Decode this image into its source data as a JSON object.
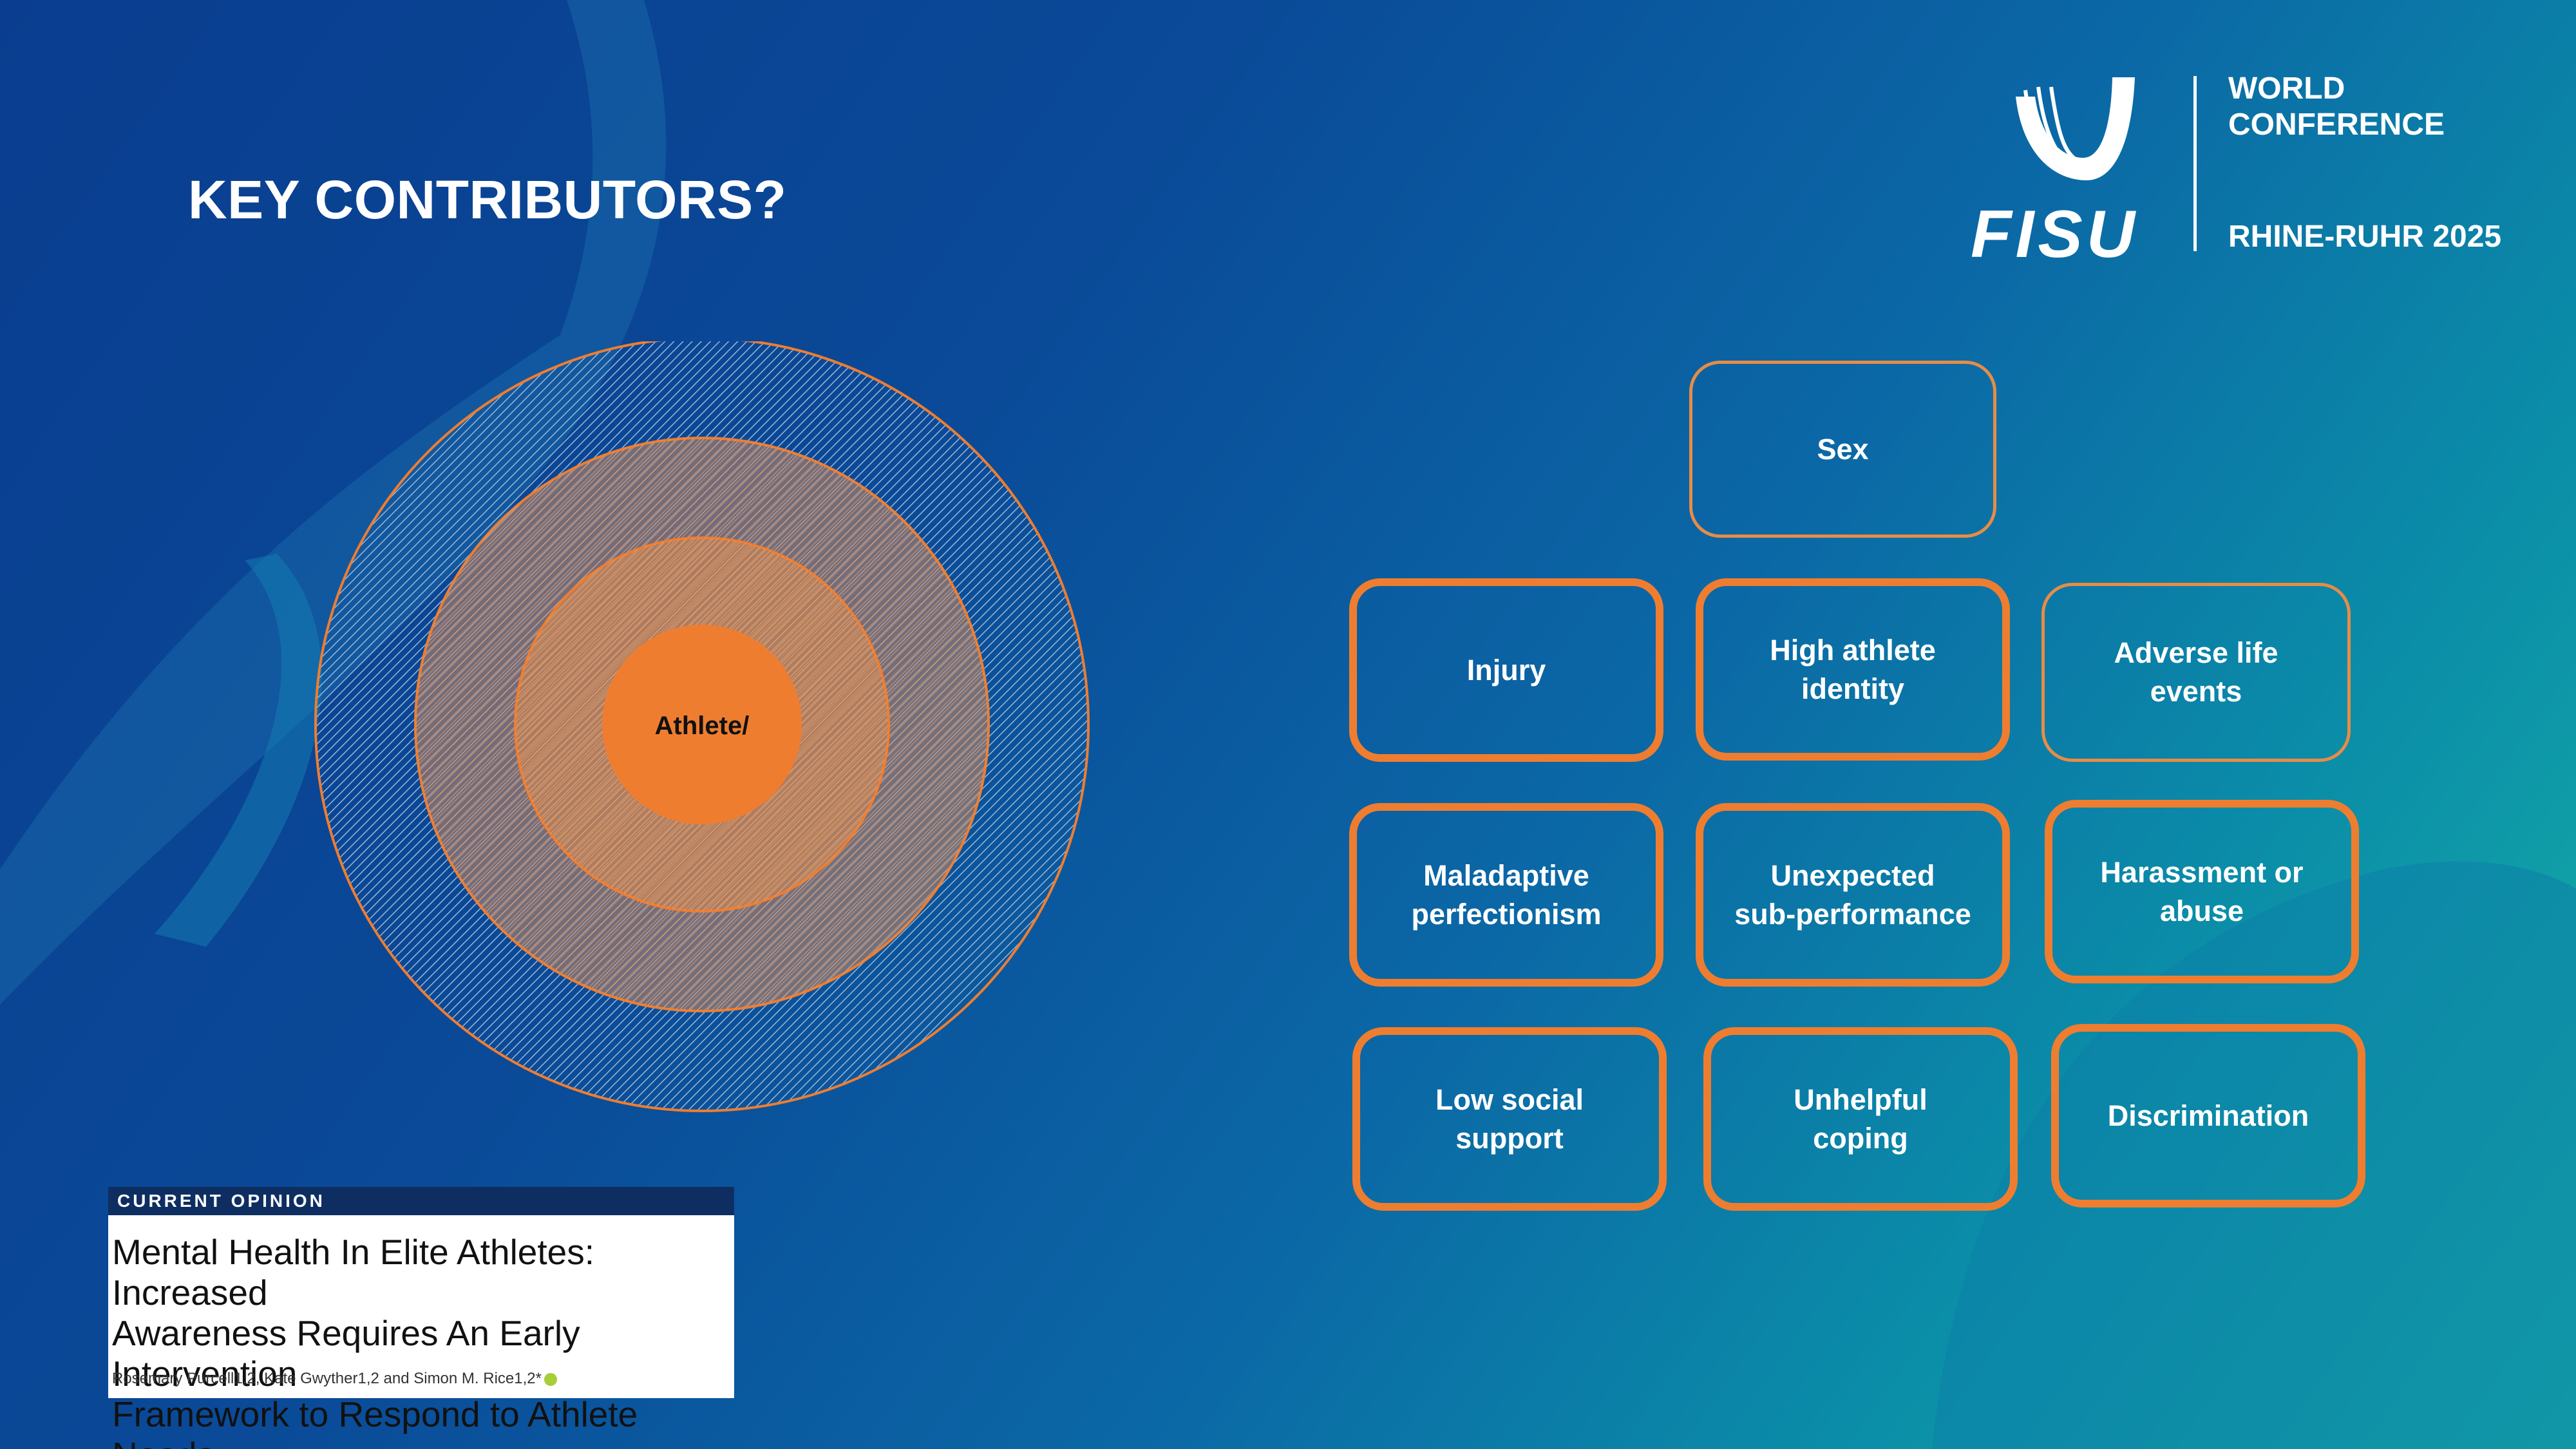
{
  "slide": {
    "title": "KEY CONTRIBUTORS?"
  },
  "logo": {
    "wordmark": "FISU",
    "line1": "WORLD",
    "line2": "CONFERENCE",
    "line3": "RHINE-RUHR 2025"
  },
  "diagram": {
    "center_label": "Athlete/"
  },
  "factors": {
    "top": "Sex",
    "r1c1": "Injury",
    "r1c2": "High athlete\nidentity",
    "r1c3": "Adverse life\nevents",
    "r2c1": "Maladaptive\nperfectionism",
    "r2c2": "Unexpected\nsub-performance",
    "r2c3": "Harassment or\nabuse",
    "r3c1": "Low social\nsupport",
    "r3c2": "Unhelpful\ncoping",
    "r3c3": "Discrimination"
  },
  "paper": {
    "category": "CURRENT OPINION",
    "title": "Mental Health In Elite Athletes: Increased\nAwareness Requires An Early Intervention\nFramework to Respond to Athlete Needs",
    "authors": "Rosemary Purcell1,2, Kate Gwyther1,2 and Simon M. Rice1,2*"
  },
  "colors": {
    "accent": "#ef7d30",
    "background_dark": "#0a3d8f",
    "background_teal": "#17b3a6"
  }
}
